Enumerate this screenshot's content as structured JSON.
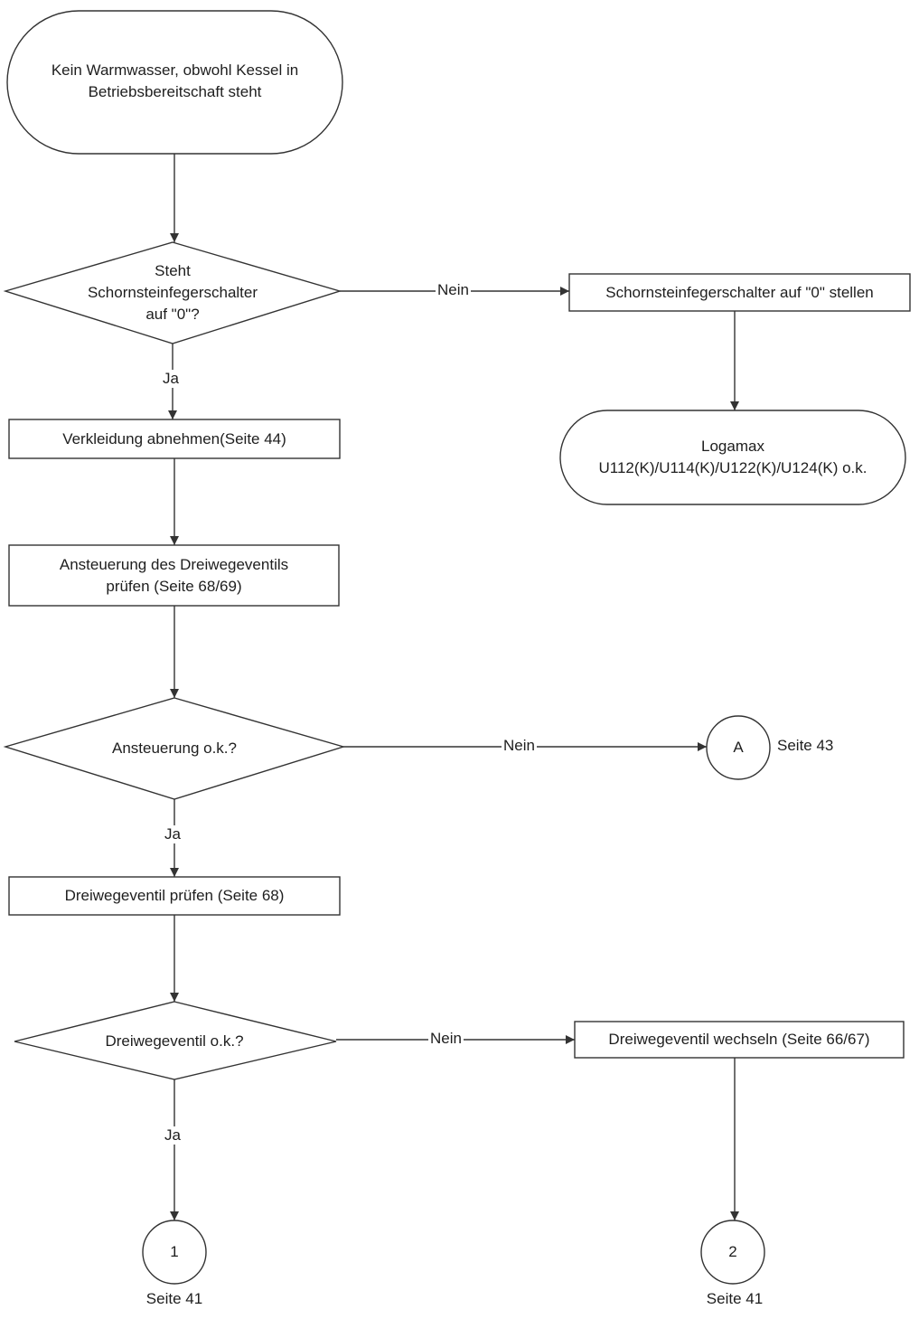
{
  "start": "Kein Warmwasser, obwohl Kessel in\nBetriebsbereitschaft steht",
  "decision1": "Steht\nSchornsteinfegerschalter\nauf \"0\"?",
  "action_set_switch": "Schornsteinfegerschalter auf \"0\" stellen",
  "end_ok": "Logamax\nU112(K)/U114(K)/U122(K)/U124(K) o.k.",
  "action_remove_cover": "Verkleidung abnehmen(Seite 44)",
  "action_check_control": "Ansteuerung des Dreiwegeventils\nprüfen (Seite 68/69)",
  "decision2": "Ansteuerung o.k.?",
  "connector_a": {
    "label": "A",
    "page": "Seite 43"
  },
  "action_check_valve": "Dreiwegeventil prüfen (Seite 68)",
  "decision3": "Dreiwegeventil o.k.?",
  "action_replace_valve": "Dreiwegeventil wechseln (Seite 66/67)",
  "connector_1": {
    "label": "1",
    "page": "Seite 41"
  },
  "connector_2": {
    "label": "2",
    "page": "Seite 41"
  },
  "edge_labels": {
    "yes": "Ja",
    "no": "Nein"
  }
}
